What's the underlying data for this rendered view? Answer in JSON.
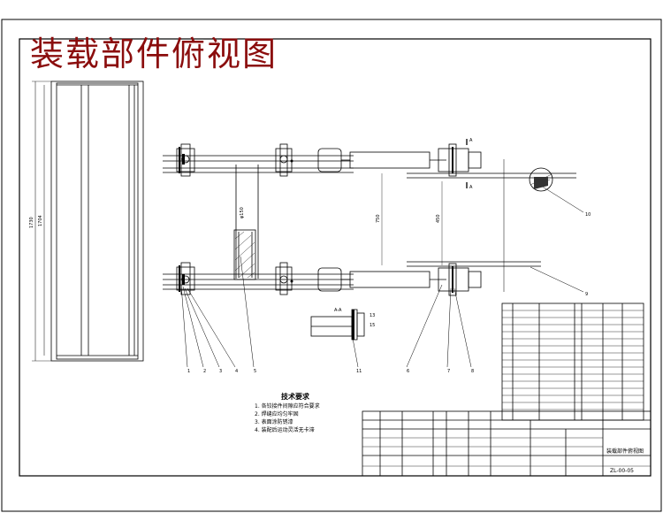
{
  "page_title": "装载部件俯视图",
  "dimensions": {
    "overall_length": "1730",
    "inner_length": "1704",
    "diameter": "φ150",
    "span_mid": "750",
    "span_right": "450"
  },
  "callouts": {
    "bottom_left": [
      "1",
      "2",
      "3",
      "4",
      "5"
    ],
    "section_left": "11",
    "section_right_top": "13",
    "section_right_bottom": "15",
    "bottom_right": [
      "6",
      "7",
      "8"
    ],
    "right_upper": "10",
    "right_lower": "9",
    "section_mark_top": "A",
    "section_mark_bottom": "A",
    "section_view_label": "A-A"
  },
  "tech_requirements": {
    "title": "技术要求",
    "items": [
      "1. 各铰接件间隙应符合要求",
      "2. 焊缝应均匀牢固",
      "3. 表面涂防锈漆",
      "4. 装配后运动灵活无卡滞"
    ]
  },
  "title_block": {
    "drawing_name": "装载部件俯视图",
    "drawing_number": "ZL-00-05"
  }
}
